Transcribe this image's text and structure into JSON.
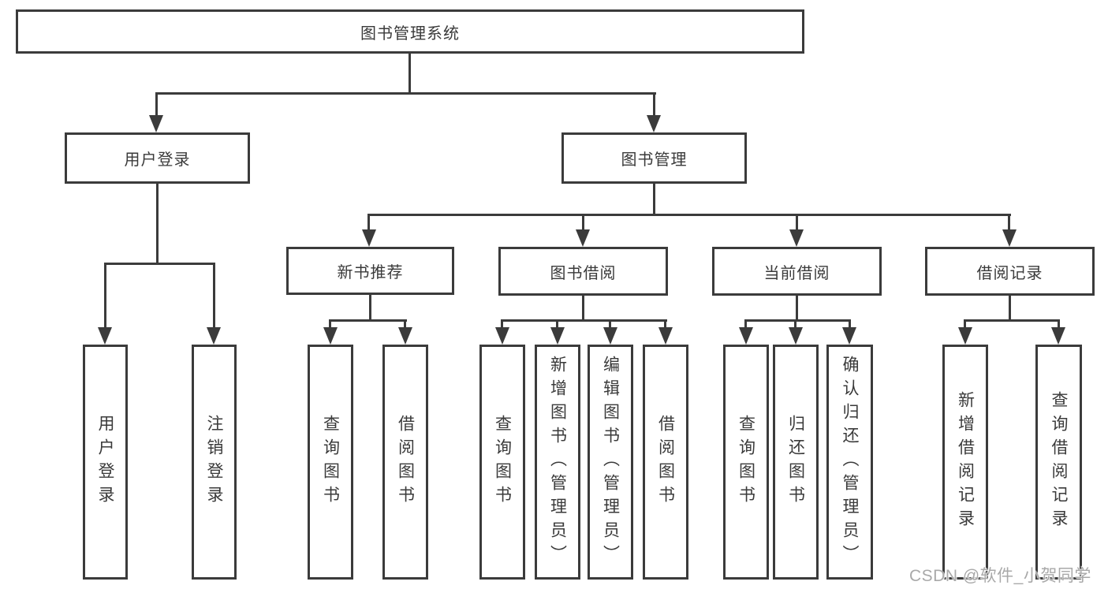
{
  "diagram": {
    "root": {
      "label": "图书管理系统"
    },
    "level2": [
      {
        "label": "用户登录"
      },
      {
        "label": "图书管理"
      }
    ],
    "level3": [
      {
        "label": "新书推荐"
      },
      {
        "label": "图书借阅"
      },
      {
        "label": "当前借阅"
      },
      {
        "label": "借阅记录"
      }
    ],
    "leaves": [
      {
        "label": "用户登录"
      },
      {
        "label": "注销登录"
      },
      {
        "label": "查询图书"
      },
      {
        "label": "借阅图书"
      },
      {
        "label": "查询图书"
      },
      {
        "label": "新增图书（管理员）"
      },
      {
        "label": "编辑图书（管理员）"
      },
      {
        "label": "借阅图书"
      },
      {
        "label": "查询图书"
      },
      {
        "label": "归还图书"
      },
      {
        "label": "确认归还（管理员）"
      },
      {
        "label": "新增借阅记录"
      },
      {
        "label": "查询借阅记录"
      }
    ]
  },
  "watermark": {
    "text": "CSDN @软件_小贺同学"
  },
  "colors": {
    "line": "#3b3b3b",
    "text": "#3a3a3a",
    "background": "#ffffff",
    "watermark_text": "#a9a9a9"
  }
}
